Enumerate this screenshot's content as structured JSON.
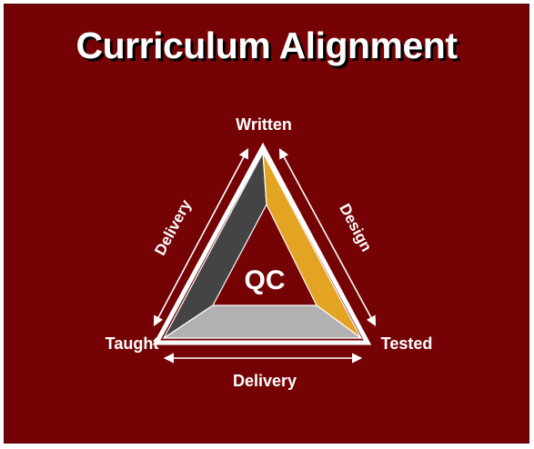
{
  "title": "Curriculum Alignment",
  "vertices": {
    "top": "Written",
    "left": "Taught",
    "right": "Tested"
  },
  "center": "QC",
  "edges": {
    "left": "Delivery",
    "right": "Design",
    "bottom": "Delivery"
  },
  "colors": {
    "background": "#750306",
    "left_band": "#444444",
    "right_band": "#e3a323",
    "bottom_band": "#b2b0b2",
    "text": "#ffffff"
  }
}
